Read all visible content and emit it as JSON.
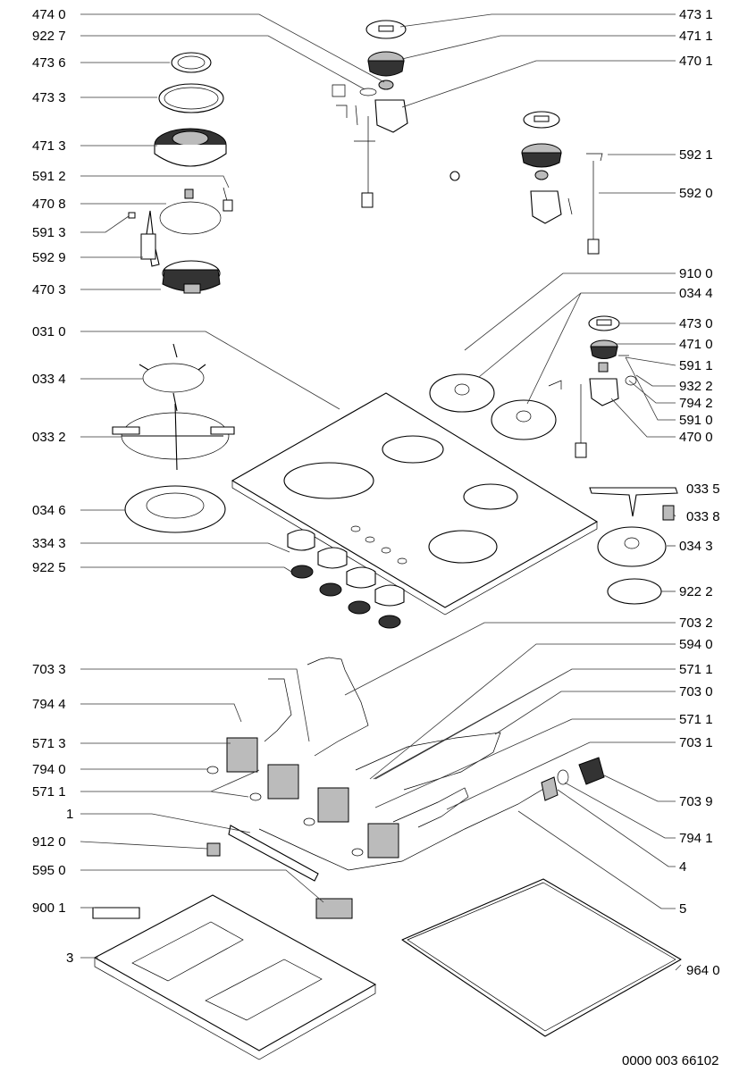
{
  "labels": {
    "l4740": "474 0",
    "l9227": "922 7",
    "l4736": "473 6",
    "l4733": "473 3",
    "l4713": "471 3",
    "l5912": "591 2",
    "l4708": "470 8",
    "l5913": "591 3",
    "l5929": "592 9",
    "l4703": "470 3",
    "l0310": "031 0",
    "l0334": "033 4",
    "l0332": "033 2",
    "l0346": "034 6",
    "l3343": "334 3",
    "l9225": "922 5",
    "l7033": "703 3",
    "l7944": "794 4",
    "l5713": "571 3",
    "l7940": "794 0",
    "l5711a": "571 1",
    "l1": "1",
    "l9120": "912 0",
    "l5950": "595 0",
    "l9001": "900 1",
    "l3": "3",
    "r4731": "473 1",
    "r4711": "471 1",
    "r4701": "470 1",
    "r5921": "592 1",
    "r5920": "592 0",
    "r9100": "910 0",
    "r0344": "034 4",
    "r4730": "473 0",
    "r4710": "471 0",
    "r5911": "591 1",
    "r9322": "932 2",
    "r7942": "794 2",
    "r5910": "591 0",
    "r4700": "470 0",
    "r0335": "033 5",
    "r0338": "033 8",
    "r0343": "034 3",
    "r9222": "922 2",
    "r7032": "703 2",
    "r5940": "594 0",
    "r5711a": "571 1",
    "r7030": "703 0",
    "r5711b": "571 1",
    "r7031": "703 1",
    "r7039": "703 9",
    "r7941": "794 1",
    "r4": "4",
    "r5": "5",
    "r9640": "964 0"
  },
  "footer": {
    "docnumber": "0000 003 66102"
  }
}
